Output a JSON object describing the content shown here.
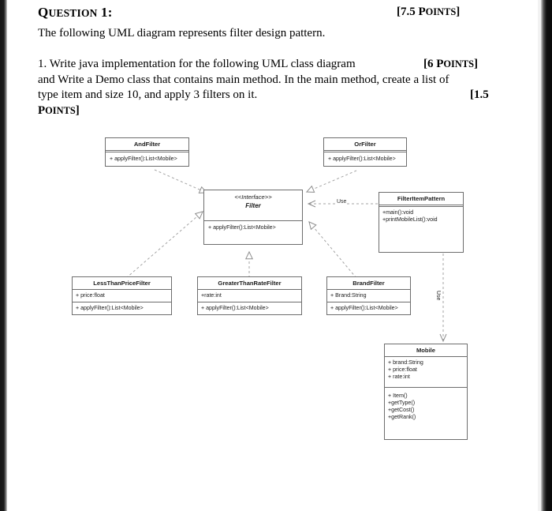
{
  "document": {
    "question_label": "QUESTION 1:",
    "question_points": "[7.5 POINTS]",
    "subtitle": "The following UML diagram represents filter design pattern.",
    "paragraph_lines": [
      "1.  Write java implementation for the following UML class diagram",
      "and Write a Demo class that contains main method. In the main method, create a list of",
      "type item and size 10, and apply 3 filters on it."
    ],
    "inline_points_1": "[6 POINTS]",
    "inline_points_2": "[1.5",
    "inline_points_2_cont": "POINTS]"
  },
  "diagram": {
    "type": "uml-class-diagram",
    "classes": [
      {
        "id": "and-filter",
        "name": "AndFilter",
        "stereotype": "",
        "attributes": [],
        "methods": [
          "+ applyFilter():List<Mobile>"
        ]
      },
      {
        "id": "or-filter",
        "name": "OrFilter",
        "stereotype": "",
        "attributes": [],
        "methods": [
          "+ applyFilter():List<Mobile>"
        ]
      },
      {
        "id": "filter-interface",
        "name": "Filter",
        "stereotype": "<<Interface>>",
        "attributes": [],
        "methods": [
          "+ applyFilter():List<Mobile>"
        ]
      },
      {
        "id": "filter-item-pattern",
        "name": "FilterItemPattern",
        "stereotype": "",
        "attributes": [],
        "methods": [
          "+main():void",
          "+printMobileList():void"
        ]
      },
      {
        "id": "less-than-price-filter",
        "name": "LessThanPriceFilter",
        "stereotype": "",
        "attributes": [
          "+ price:float"
        ],
        "methods": [
          "+ applyFilter():List<Mobile>"
        ]
      },
      {
        "id": "greater-than-rate-filter",
        "name": "GreaterThanRateFilter",
        "stereotype": "",
        "attributes": [
          "+rate:int"
        ],
        "methods": [
          "+ applyFilter():List<Mobile>"
        ]
      },
      {
        "id": "brand-filter",
        "name": "BrandFilter",
        "stereotype": "",
        "attributes": [
          "+ Brand:String"
        ],
        "methods": [
          "+ applyFilter():List<Mobile>"
        ]
      },
      {
        "id": "mobile",
        "name": "Mobile",
        "stereotype": "",
        "attributes": [
          "+ brand:String",
          "+ price:float",
          "+ rate:int"
        ],
        "methods": [
          "+ Item()",
          "+getType()",
          "+getCost()",
          "+getRank()"
        ]
      }
    ],
    "edge_labels": {
      "use_horizontal": "Use",
      "use_vertical": "Use"
    },
    "colors": {
      "box_border": "#6d6d6d",
      "line": "#9a9a9a",
      "text": "#1b1b1b"
    }
  }
}
